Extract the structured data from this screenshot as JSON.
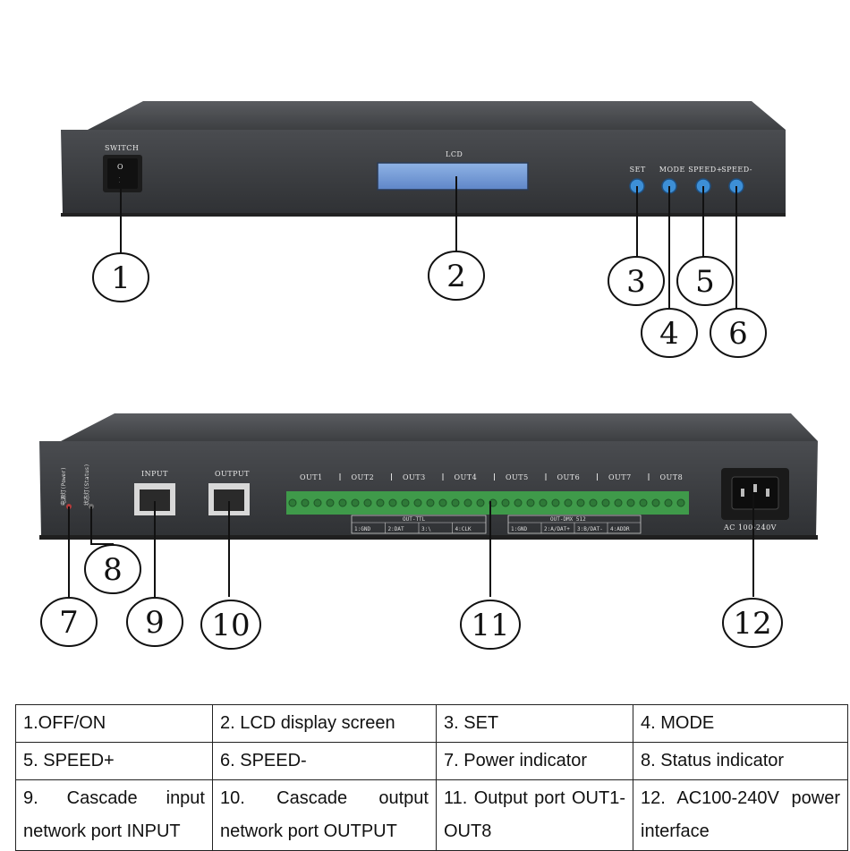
{
  "front_panel": {
    "switch_label": "SWITCH",
    "switch_on_symbol": "O",
    "switch_off_symbol": "I",
    "lcd_label": "LCD",
    "buttons": [
      "SET",
      "MODE",
      "SPEED+",
      "SPEED-"
    ]
  },
  "rear_panel": {
    "input_label": "INPUT",
    "output_label": "OUTPUT",
    "outputs": [
      "OUT1",
      "OUT2",
      "OUT3",
      "OUT4",
      "OUT5",
      "OUT6",
      "OUT7",
      "OUT8"
    ],
    "ttl_title": "OUT-TTL",
    "ttl_pins": [
      "1:GND",
      "2:DAT",
      "3:\\",
      "4:CLK"
    ],
    "dmx_title": "OUT-DMX 512",
    "dmx_pins": [
      "1:GND",
      "2:A/DAT+",
      "3:B/DAT-",
      "4:ADDR"
    ],
    "power_label": "AC 100-240V",
    "indicator_power": "电源灯(Power)",
    "indicator_status": "状态灯(Status)"
  },
  "callouts": [
    "1",
    "2",
    "3",
    "4",
    "5",
    "6",
    "7",
    "8",
    "9",
    "10",
    "11",
    "12"
  ],
  "legend": [
    [
      "1.OFF/ON",
      "2.    LCD display screen",
      "3.    SET",
      "4.     MODE"
    ],
    [
      "5.    SPEED+",
      "6. SPEED-",
      "7. Power indicator",
      "8. Status indicator"
    ],
    [
      "9.     Cascade     input network port INPUT",
      "10. Cascade output network port OUTPUT",
      "11.      Output      port OUT1-OUT8",
      "12.  AC100-240V  power interface"
    ]
  ],
  "colors": {
    "chassis": "#3b3d40",
    "button": "#3d8fd6",
    "terminal": "#3f9a4a"
  }
}
